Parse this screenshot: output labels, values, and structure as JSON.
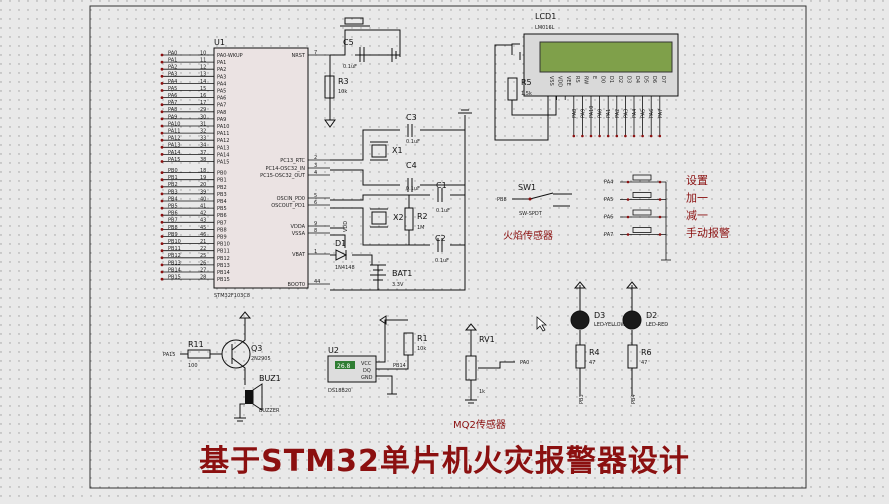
{
  "mcu": {
    "ref": "U1",
    "part": "STM32F103C8",
    "pins_left": [
      {
        "net": "PA0",
        "num": "10",
        "name": "PA0-WKUP"
      },
      {
        "net": "PA1",
        "num": "11",
        "name": "PA1"
      },
      {
        "net": "PA2",
        "num": "12",
        "name": "PA2"
      },
      {
        "net": "PA3",
        "num": "13",
        "name": "PA3"
      },
      {
        "net": "PA4",
        "num": "14",
        "name": "PA4"
      },
      {
        "net": "PA5",
        "num": "15",
        "name": "PA5"
      },
      {
        "net": "PA6",
        "num": "16",
        "name": "PA6"
      },
      {
        "net": "PA7",
        "num": "17",
        "name": "PA7"
      },
      {
        "net": "PA8",
        "num": "29",
        "name": "PA8"
      },
      {
        "net": "PA9",
        "num": "30",
        "name": "PA9"
      },
      {
        "net": "PA10",
        "num": "31",
        "name": "PA10"
      },
      {
        "net": "PA11",
        "num": "32",
        "name": "PA11"
      },
      {
        "net": "PA12",
        "num": "33",
        "name": "PA12"
      },
      {
        "net": "PA13",
        "num": "34",
        "name": "PA13"
      },
      {
        "net": "PA14",
        "num": "37",
        "name": "PA14"
      },
      {
        "net": "PA15",
        "num": "38",
        "name": "PA15"
      },
      {
        "net": "PB0",
        "num": "18",
        "name": "PB0"
      },
      {
        "net": "PB1",
        "num": "19",
        "name": "PB1"
      },
      {
        "net": "PB2",
        "num": "20",
        "name": "PB2"
      },
      {
        "net": "PB3",
        "num": "39",
        "name": "PB3"
      },
      {
        "net": "PB4",
        "num": "40",
        "name": "PB4"
      },
      {
        "net": "PB5",
        "num": "41",
        "name": "PB5"
      },
      {
        "net": "PB6",
        "num": "42",
        "name": "PB6"
      },
      {
        "net": "PB7",
        "num": "43",
        "name": "PB7"
      },
      {
        "net": "PB8",
        "num": "45",
        "name": "PB8"
      },
      {
        "net": "PB9",
        "num": "46",
        "name": "PB9"
      },
      {
        "net": "PB10",
        "num": "21",
        "name": "PB10"
      },
      {
        "net": "PB11",
        "num": "22",
        "name": "PB11"
      },
      {
        "net": "PB12",
        "num": "25",
        "name": "PB12"
      },
      {
        "net": "PB13",
        "num": "26",
        "name": "PB13"
      },
      {
        "net": "PB14",
        "num": "27",
        "name": "PB14"
      },
      {
        "net": "PB15",
        "num": "28",
        "name": "PB15"
      }
    ],
    "pins_right": [
      {
        "num": "7",
        "name": "NRST"
      },
      {
        "num": "2",
        "name": "PC13_RTC"
      },
      {
        "num": "3",
        "name": "PC14-OSC32_IN"
      },
      {
        "num": "4",
        "name": "PC15-OSC32_OUT"
      },
      {
        "num": "5",
        "name": "OSCIN_PD0"
      },
      {
        "num": "6",
        "name": "OSCOUT_PD1"
      },
      {
        "num": "9",
        "name": "VDDA"
      },
      {
        "num": "8",
        "name": "VSSA"
      },
      {
        "num": "1",
        "name": "VBAT"
      },
      {
        "num": "44",
        "name": "BOOT0"
      }
    ]
  },
  "components": {
    "c5": {
      "ref": "C5",
      "value": "0.1uF"
    },
    "r3": {
      "ref": "R3",
      "value": "10k"
    },
    "c3": {
      "ref": "C3",
      "value": "0.1uF"
    },
    "x1": {
      "ref": "X1"
    },
    "c4": {
      "ref": "C4",
      "value": "0.1uF"
    },
    "c1": {
      "ref": "C1",
      "value": "0.1uF"
    },
    "x2": {
      "ref": "X2"
    },
    "r2": {
      "ref": "R2",
      "value": "1M"
    },
    "c2": {
      "ref": "C2",
      "value": "0.1uF"
    },
    "d1": {
      "ref": "D1",
      "value": "1N4148"
    },
    "bat1": {
      "ref": "BAT1",
      "value": "3.3V"
    },
    "vdd_label": "VDD",
    "lcd": {
      "ref": "LCD1",
      "part": "LM016L",
      "pins": [
        "VSS",
        "VDD",
        "VEE",
        "RS",
        "RW",
        "E",
        "D0",
        "D1",
        "D2",
        "D3",
        "D4",
        "D5",
        "D6",
        "D7"
      ],
      "nets": [
        "PA8",
        "PA9",
        "PA10",
        "PA0",
        "PA1",
        "PA2",
        "PA3",
        "PA4",
        "PA5",
        "PA6",
        "PA7"
      ]
    },
    "r5": {
      "ref": "R5",
      "value": "1.5k"
    },
    "sw1": {
      "ref": "SW1",
      "net": "PB8",
      "part": "SW-SPDT",
      "label": "火焰传感器"
    },
    "keys": [
      {
        "net": "PA4",
        "label": "设置"
      },
      {
        "net": "PA5",
        "label": "加一"
      },
      {
        "net": "PA6",
        "label": "减一"
      },
      {
        "net": "PA7",
        "label": "手动报警"
      }
    ],
    "q3": {
      "ref": "Q3",
      "value": "2N2905"
    },
    "r11": {
      "ref": "R11",
      "value": "100",
      "net": "PA15"
    },
    "buz": {
      "ref": "BUZ1",
      "part": "BUZZER"
    },
    "u2": {
      "ref": "U2",
      "part": "DS18B20",
      "display": "26.8",
      "pins": [
        "VCC",
        "DQ",
        "GND"
      ],
      "net": "PB14"
    },
    "r1": {
      "ref": "R1",
      "value": "10k"
    },
    "rv1": {
      "ref": "RV1",
      "value": "1k",
      "net": "PA0",
      "label": "MQ2传感器"
    },
    "d3": {
      "ref": "D3",
      "part": "LED-YELLOW"
    },
    "d2": {
      "ref": "D2",
      "part": "LED-RED"
    },
    "r4": {
      "ref": "R4",
      "value": "47",
      "net": "PB3"
    },
    "r6": {
      "ref": "R6",
      "value": "47",
      "net": "PB4"
    }
  },
  "footer_title": "基于STM32单片机火灾报警器设计",
  "colors": {
    "accent": "#8b1010",
    "wire": "#111111",
    "background": "#e9e9e9",
    "pin_dot": "#8b1010",
    "lcd_screen": "#7fa04a"
  }
}
